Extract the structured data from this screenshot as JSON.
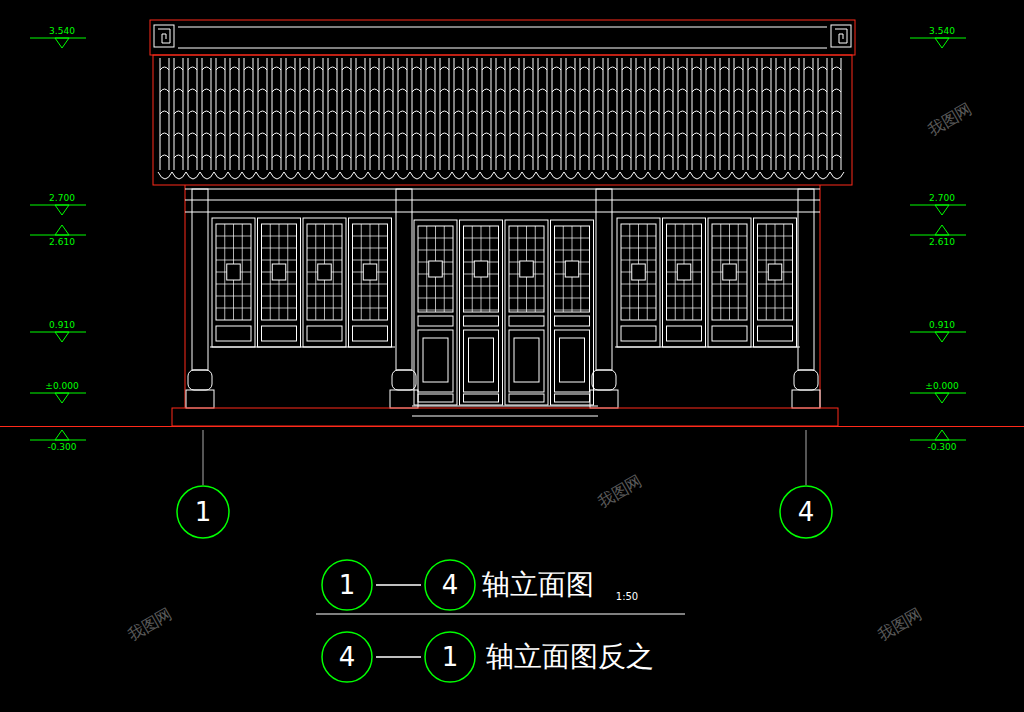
{
  "diagram": {
    "nodes": [
      {
        "text": [
          "1"
        ]
      },
      {
        "text": [
          "4"
        ]
      },
      {
        "text": [
          "1"
        ]
      },
      {
        "text": [
          "4"
        ]
      },
      {
        "text": [
          "4"
        ]
      },
      {
        "text": [
          "1"
        ]
      }
    ],
    "edges": [
      {
        "from": 2,
        "to": 3,
        "arrow": "none"
      },
      {
        "from": 4,
        "to": 5,
        "arrow": "none"
      }
    ],
    "labels": [
      "3.540",
      "2.700",
      "2.610",
      "0.910",
      "±0.000",
      "-0.300",
      "3.540",
      "2.700",
      "2.610",
      "0.910",
      "±0.000",
      "-0.300",
      "轴立面图",
      "1:50",
      "轴立面图反之",
      "我图网",
      "我图网",
      "我图网",
      "我图网"
    ]
  }
}
